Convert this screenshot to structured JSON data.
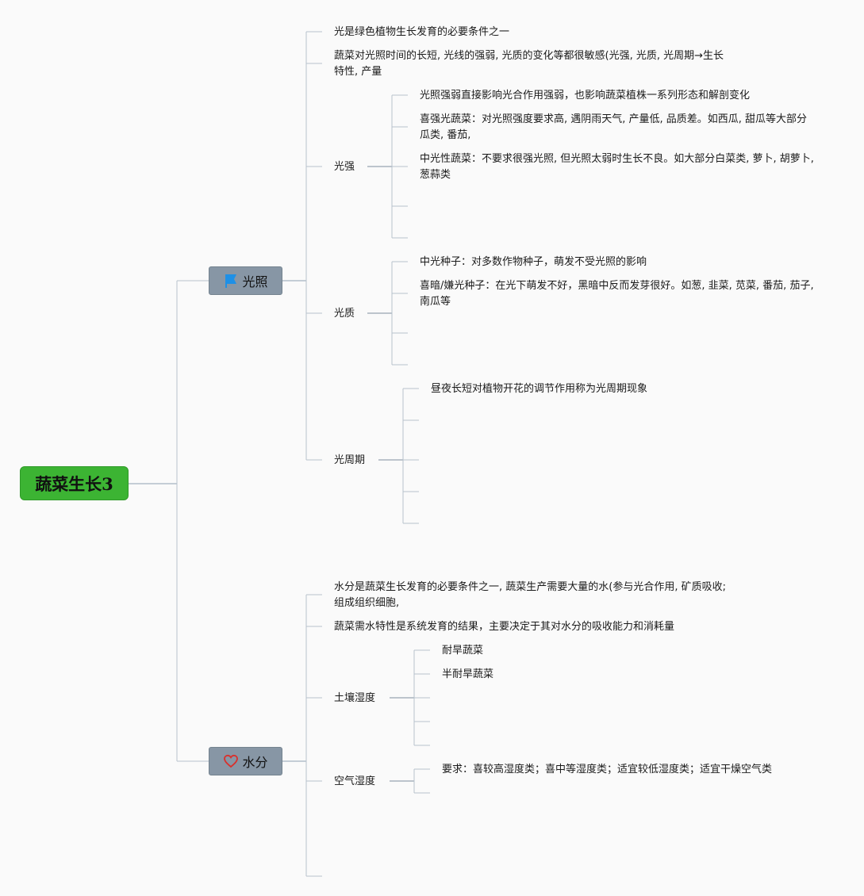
{
  "root": {
    "label": "蔬菜生长3"
  },
  "branches": [
    {
      "label": "光照",
      "icon": "blue-flag-icon",
      "color": "#1e90e6",
      "notes": [
        "光是绿色植物生长发育的必要条件之一",
        "蔬菜对光照时间的长短, 光线的强弱, 光质的变化等都很敏感(光强, 光质, 光周期→生长特性, 产量"
      ],
      "topics": [
        {
          "label": "光强",
          "items": [
            "光照强弱直接影响光合作用强弱，也影响蔬菜植株一系列形态和解剖变化",
            "喜强光蔬菜：对光照强度要求高, 遇阴雨天气, 产量低, 品质差。如西瓜, 甜瓜等大部分瓜类, 番茄,",
            "中光性蔬菜：不要求很强光照, 但光照太弱时生长不良。如大部分白菜类, 萝卜, 胡萝卜, 葱蒜类"
          ]
        },
        {
          "label": "光质",
          "items": [
            "中光种子：对多数作物种子，萌发不受光照的影响",
            "喜暗/嫌光种子：在光下萌发不好，黑暗中反而发芽很好。如葱, 韭菜, 苋菜, 番茄, 茄子, 南瓜等"
          ]
        },
        {
          "label": "光周期",
          "items": [
            "昼夜长短对植物开花的调节作用称为光周期现象"
          ]
        }
      ]
    },
    {
      "label": "水分",
      "icon": "red-heart-icon",
      "color": "#d9302c",
      "notes": [
        "水分是蔬菜生长发育的必要条件之一, 蔬菜生产需要大量的水(参与光合作用, 矿质吸收; 组成组织细胞,",
        "蔬菜需水特性是系统发育的结果，主要决定于其对水分的吸收能力和消耗量"
      ],
      "topics": [
        {
          "label": "土壤湿度",
          "items": [
            "耐旱蔬菜",
            "半耐旱蔬菜"
          ]
        },
        {
          "label": "空气湿度",
          "items": [
            "要求：喜较高湿度类；喜中等湿度类；适宜较低湿度类；适宜干燥空气类"
          ]
        }
      ]
    }
  ]
}
